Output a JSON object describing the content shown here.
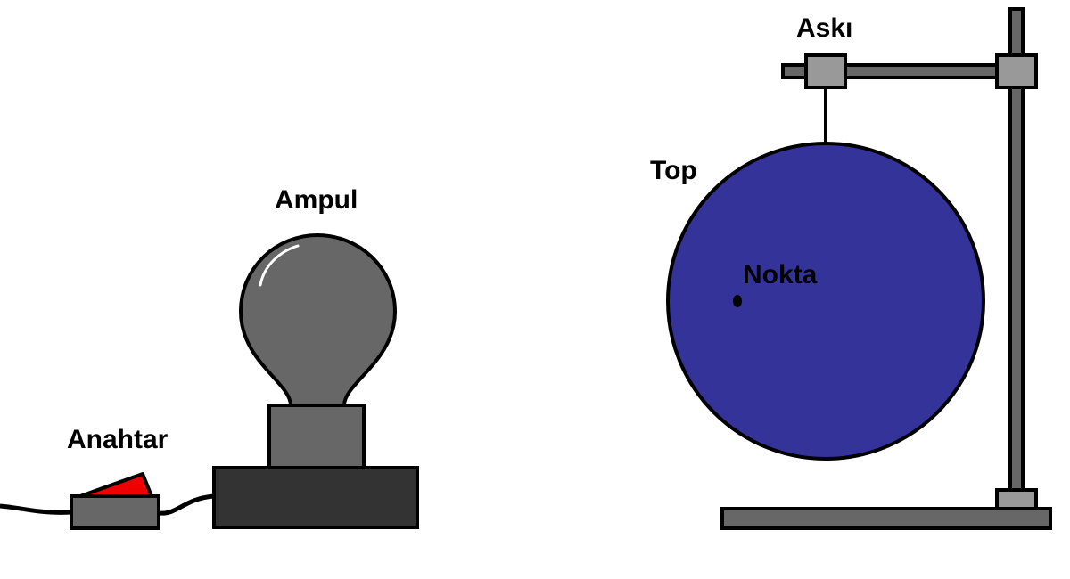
{
  "labels": {
    "bulb": "Ampul",
    "switch": "Anahtar",
    "hanger": "Askı",
    "ball": "Top",
    "dot": "Nokta"
  },
  "colors": {
    "background": "#ffffff",
    "outline": "#000000",
    "bulb_glass": "#676767",
    "bulb_socket": "#676767",
    "base": "#333333",
    "switch_body": "#676767",
    "switch_rocker": "#ee0000",
    "ball": "#343399",
    "stand": "#676767",
    "clamp": "#999999"
  }
}
